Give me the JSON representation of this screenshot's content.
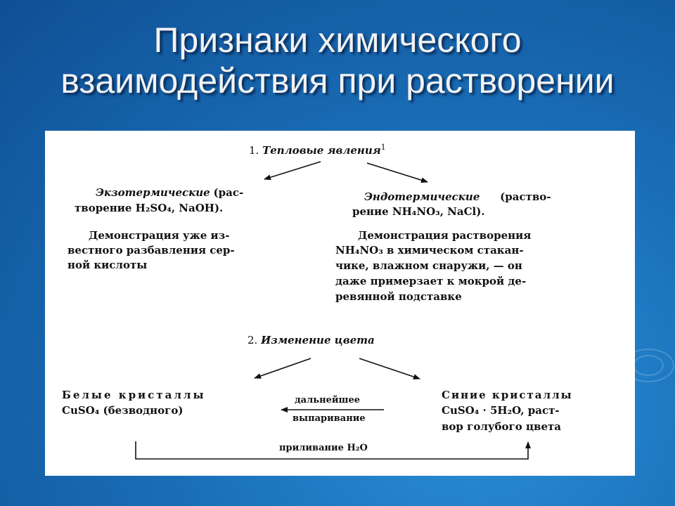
{
  "slide": {
    "title_line1": "Признаки химического",
    "title_line2": "взаимодействия при растворении"
  },
  "section1": {
    "number": "1.",
    "heading": "Тепловые явления",
    "footnote": "1"
  },
  "exo": {
    "term": "Экзотермические",
    "paren_start": "(рас-",
    "line2_prefix": "творение",
    "line2_formula": "H₂SO₄, NaOH).",
    "demo_lines": [
      "Демонстрация уже из-",
      "вестного разбавления сер-",
      "ной кислоты"
    ]
  },
  "endo": {
    "term": "Эндотермические",
    "paren_start": "(раство-",
    "line2_prefix": "рение",
    "line2_formula": "NH₄NO₃, NaCl).",
    "demo_lines": [
      "Демонстрация растворения",
      "NH₄NO₃ в химическом стакан-",
      "чике, влажном снаружи, — он",
      "даже примерзает к мокрой де-",
      "ревянной подставке"
    ]
  },
  "section2": {
    "number": "2.",
    "heading": "Изменение цвета"
  },
  "white_crystals": {
    "line1": "Белые кристаллы",
    "line2": "CuSO₄ (безводного)"
  },
  "blue_crystals": {
    "line1": "Синие кристаллы",
    "line2": "CuSO₄ · 5H₂O, раст-",
    "line3": "вор голубого цвета"
  },
  "process": {
    "evaporation_line1": "дальнейшее",
    "evaporation_line2": "выпаривание",
    "pouring": "приливание H₂O"
  }
}
